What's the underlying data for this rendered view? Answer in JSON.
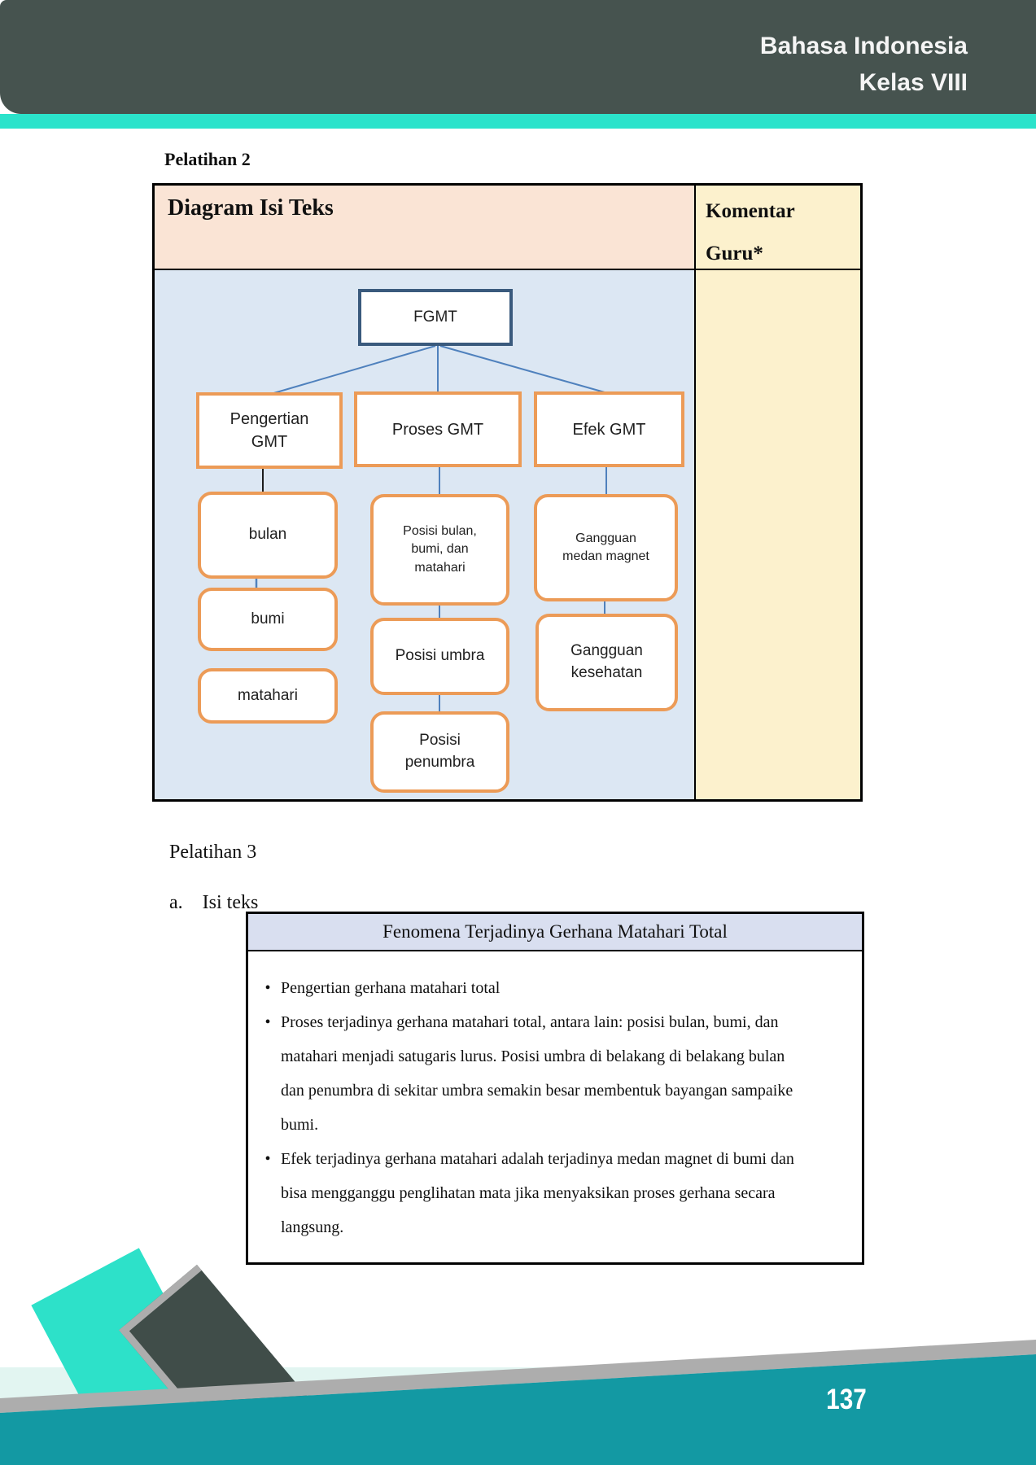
{
  "header": {
    "subject": "Bahasa Indonesia",
    "grade": "Kelas VIII"
  },
  "pelatihan2": {
    "title": "Pelatihan 2",
    "col1_header": "Diagram Isi Teks",
    "col2_header_line1": "Komentar",
    "col2_header_line2": "Guru*"
  },
  "diagram": {
    "fgmt": "FGMT",
    "pengertian": "Pengertian GMT",
    "proses": "Proses GMT",
    "efek": "Efek GMT",
    "bulan": "bulan",
    "bumi": "bumi",
    "matahari": "matahari",
    "posisi_bulan": "Posisi bulan, bumi, dan matahari",
    "posisi_umbra": "Posisi umbra",
    "posisi_penumbra": "Posisi penumbra",
    "gangguan_magnet": "Gangguan medan magnet",
    "gangguan_kesehatan": "Gangguan kesehatan"
  },
  "pelatihan3": {
    "title": "Pelatihan 3",
    "item_letter": "a.",
    "item_label": "Isi teks"
  },
  "fenomena": {
    "title": "Fenomena Terjadinya Gerhana Matahari Total",
    "bullet_glyph": "•",
    "bullets": [
      "Pengertian gerhana matahari total",
      "Proses terjadinya gerhana matahari total, antara lain: posisi bulan, bumi, dan matahari menjadi satugaris lurus. Posisi umbra di belakang di belakang bulan dan penumbra di sekitar umbra semakin besar membentuk bayangan sampaike bumi.",
      "Efek terjadinya gerhana matahari adalah terjadinya medan magnet di bumi dan bisa mengganggu penglihatan mata jika menyaksikan proses gerhana secara langsung."
    ]
  },
  "footer": {
    "page_number": "137"
  },
  "colors": {
    "header_bar": "#46534F",
    "accent_teal": "#2BE3CB",
    "peach_header": "#FAE4D5",
    "cream_column": "#FCF1CD",
    "diagram_bg": "#DCE7F3",
    "fenomena_header_bg": "#D9DFF0",
    "box_border_orange": "#EC9B57",
    "fgmt_border_blue": "#3A5A7D",
    "connector_blue": "#4F81BD",
    "footer_teal": "#1399A3",
    "ribbon_teal": "#2DE1C9",
    "ribbon_dark": "#404D49",
    "ribbon_gray": "#ADADAD",
    "mint_band": "#E2F5F1"
  }
}
